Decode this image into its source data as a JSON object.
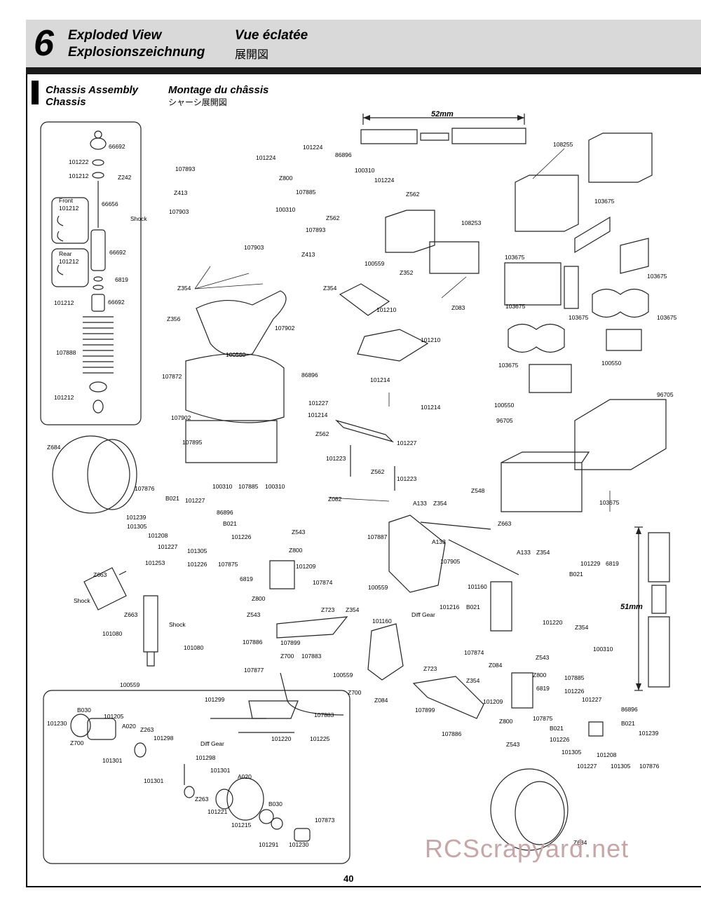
{
  "header": {
    "step_number": "6",
    "title_en": "Exploded View",
    "title_de": "Explosionszeichnung",
    "title_fr": "Vue éclatée",
    "title_jp": "展開図"
  },
  "section": {
    "title_en": "Chassis Assembly",
    "title_de": "Chassis",
    "title_fr": "Montage du châssis",
    "title_jp": "シャーシ展開図"
  },
  "dimensions": {
    "top": "52mm",
    "right": "51mm"
  },
  "labels": {
    "l001": "66692",
    "l002": "101222",
    "l003": "101212",
    "l004": "Z242",
    "l005": "66656",
    "l006": "Front",
    "l007": "101212",
    "l008": "Shock",
    "l009": "Rear",
    "l010": "101212",
    "l011": "66692",
    "l012": "6819",
    "l013": "101212",
    "l014": "66692",
    "l015": "107888",
    "l016": "101212",
    "l017": "107893",
    "l018": "Z413",
    "l019": "107903",
    "l020": "101224",
    "l021": "101224",
    "l022": "86896",
    "l023": "Z800",
    "l024": "100310",
    "l025": "101224",
    "l026": "107885",
    "l027": "Z562",
    "l028": "100310",
    "l029": "Z562",
    "l030": "107893",
    "l031": "107903",
    "l032": "Z413",
    "l033": "108253",
    "l034": "108255",
    "l035": "103675",
    "l036": "Z354",
    "l037": "Z356",
    "l038": "107902",
    "l039": "100560",
    "l040": "107872",
    "l041": "100559",
    "l042": "Z352",
    "l043": "Z354",
    "l044": "101210",
    "l045": "Z083",
    "l046": "101210",
    "l047": "86896",
    "l048": "101214",
    "l049": "101227",
    "l050": "101214",
    "l051": "101214",
    "l052": "Z562",
    "l053": "101227",
    "l054": "101223",
    "l055": "Z562",
    "l056": "101223",
    "l057": "Z082",
    "l058": "107902",
    "l059": "107895",
    "l060": "103675",
    "l061": "103675",
    "l062": "103675",
    "l063": "103675",
    "l064": "103675",
    "l065": "103675",
    "l066": "100550",
    "l067": "96705",
    "l068": "100550",
    "l069": "96705",
    "l070": "103675",
    "l071": "Z684",
    "l072": "107876",
    "l073": "B021",
    "l074": "101227",
    "l075": "100310",
    "l076": "107885",
    "l077": "100310",
    "l078": "86896",
    "l079": "101239",
    "l080": "101305",
    "l081": "101208",
    "l082": "B021",
    "l083": "101226",
    "l084": "101227",
    "l085": "101305",
    "l086": "101226",
    "l087": "107875",
    "l088": "Z543",
    "l089": "Z800",
    "l090": "101209",
    "l091": "6819",
    "l092": "101253",
    "l093": "Z663",
    "l094": "Shock",
    "l095": "Z663",
    "l096": "101080",
    "l097": "Shock",
    "l098": "101080",
    "l099": "100559",
    "l100": "107874",
    "l101": "Z800",
    "l102": "Z543",
    "l103": "Z723",
    "l104": "Z354",
    "l105": "107886",
    "l106": "107899",
    "l107": "A133",
    "l108": "Z354",
    "l109": "Z548",
    "l110": "Z663",
    "l111": "107887",
    "l112": "A133",
    "l113": "107905",
    "l114": "A133",
    "l115": "Z354",
    "l116": "100559",
    "l117": "101229",
    "l118": "6819",
    "l119": "B021",
    "l120": "101160",
    "l121": "101216",
    "l122": "B021",
    "l123": "Diff Gear",
    "l124": "101220",
    "l125": "Z354",
    "l126": "101160",
    "l127": "107874",
    "l128": "Z700",
    "l129": "107883",
    "l130": "107877",
    "l131": "100559",
    "l132": "Z723",
    "l133": "Z543",
    "l134": "Z084",
    "l135": "Z800",
    "l136": "Z084",
    "l137": "Z354",
    "l138": "100310",
    "l139": "107885",
    "l140": "101226",
    "l141": "101227",
    "l142": "86896",
    "l143": "6819",
    "l144": "101209",
    "l145": "Z700",
    "l146": "101299",
    "l147": "101220",
    "l148": "101225",
    "l149": "107883",
    "l150": "107899",
    "l151": "107886",
    "l152": "Z800",
    "l153": "107875",
    "l154": "B021",
    "l155": "101226",
    "l156": "B021",
    "l157": "101239",
    "l158": "101305",
    "l159": "101208",
    "l160": "101227",
    "l161": "101305",
    "l162": "107876",
    "l163": "Z543",
    "l164": "B030",
    "l165": "101230",
    "l166": "101205",
    "l167": "Z700",
    "l168": "A020",
    "l169": "Z263",
    "l170": "101298",
    "l171": "101301",
    "l172": "Diff Gear",
    "l173": "101298",
    "l174": "101301",
    "l175": "101301",
    "l176": "A020",
    "l177": "Z263",
    "l178": "101221",
    "l179": "B030",
    "l180": "101215",
    "l181": "101291",
    "l182": "101230",
    "l183": "107873",
    "l184": "Z684"
  },
  "page_number": "40",
  "watermark": "RCScrapyard.net"
}
